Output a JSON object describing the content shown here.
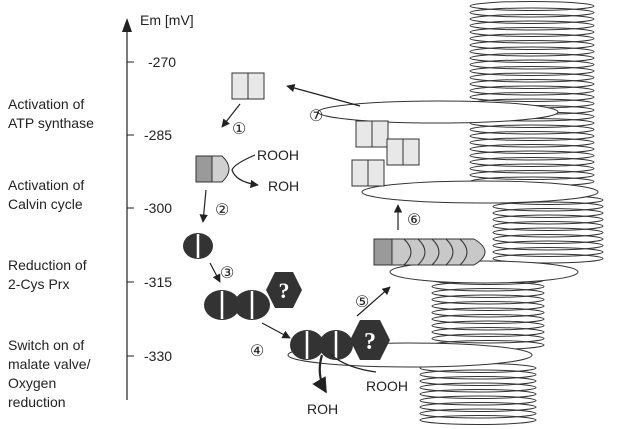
{
  "axis": {
    "title": "Em [mV]",
    "ticks": [
      "-270",
      "-285",
      "-300",
      "-315",
      "-330"
    ]
  },
  "processes": [
    [
      "Activation of",
      "ATP synthase"
    ],
    [
      "Activation of",
      "Calvin cycle"
    ],
    [
      "Reduction of",
      "2-Cys Prx"
    ],
    [
      "Switch on of",
      "malate valve/",
      "Oxygen",
      "reduction"
    ]
  ],
  "steps": [
    "①",
    "②",
    "③",
    "④",
    "⑤",
    "⑥",
    "⑦"
  ],
  "chemicals": {
    "rooh_top": "ROOH",
    "roh_top": "ROH",
    "rooh_bottom": "ROOH",
    "roh_bottom": "ROH"
  },
  "unknown_symbol": "?",
  "colors": {
    "dark_protein": "#333333",
    "light_protein": "#e8e8e8",
    "mid_protein": "#9a9a9a",
    "line": "#222222"
  }
}
